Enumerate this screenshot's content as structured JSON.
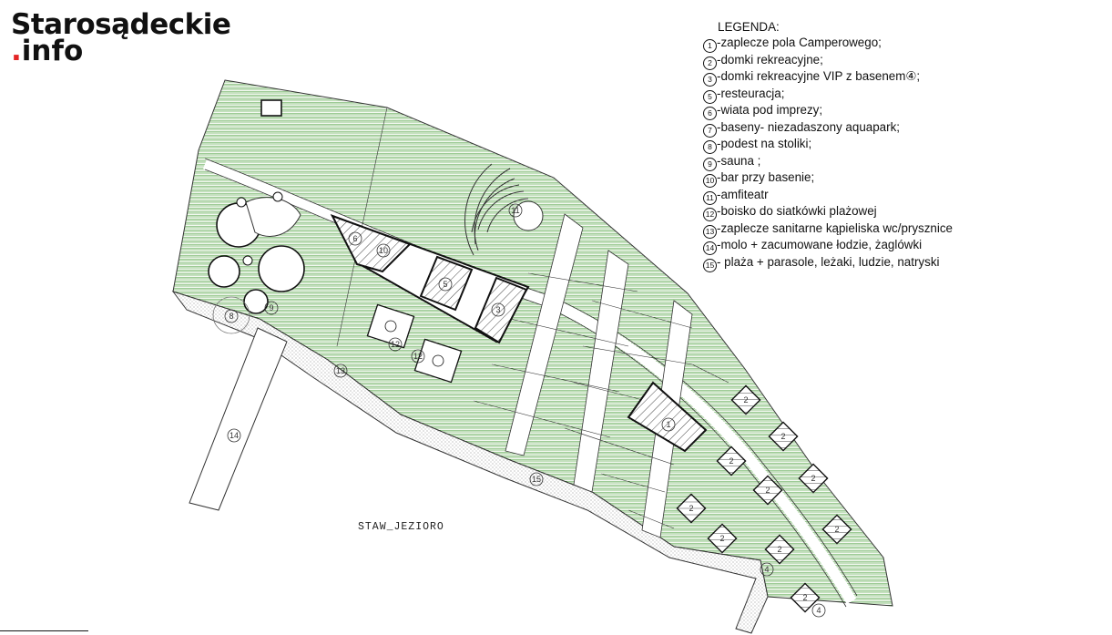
{
  "logo": {
    "line1": "Starosądeckie",
    "dot": ".",
    "line2": "info"
  },
  "colors": {
    "green": "#4a9e3c",
    "hatch": "#333333",
    "sand": "#9a9a9a",
    "brand_red": "#e32526"
  },
  "legend": {
    "title": "LEGENDA:",
    "items": [
      {
        "num": "1",
        "text": "-zaplecze pola Camperowego;"
      },
      {
        "num": "2",
        "text": "-domki rekreacyjne;"
      },
      {
        "num": "3",
        "text": "-domki rekreacyjne VIP z basenem④;"
      },
      {
        "num": "5",
        "text": "-resteuracja;"
      },
      {
        "num": "6",
        "text": "-wiata pod imprezy;"
      },
      {
        "num": "7",
        "text": "-baseny- niezadaszony aquapark;"
      },
      {
        "num": "8",
        "text": "-podest na stoliki;"
      },
      {
        "num": "9",
        "text": "-sauna ;"
      },
      {
        "num": "10",
        "text": "-bar przy basenie;"
      },
      {
        "num": "11",
        "text": "-amfiteatr"
      },
      {
        "num": "12",
        "text": "-boisko do siatkówki plażowej"
      },
      {
        "num": "13",
        "text": "-zaplecze sanitarne kąpieliska wc/prysznice"
      },
      {
        "num": "14",
        "text": "-molo + zacumowane łodzie, żaglówki"
      },
      {
        "num": "15",
        "text": "- plaża + parasole, leżaki, ludzie, natryski"
      }
    ]
  },
  "map": {
    "lake_label": "STAW_JEZIORO",
    "labels": {
      "camper": "1",
      "b6": "6",
      "b10": "10",
      "b5": "5",
      "b3": "3",
      "amphi": "11",
      "sauna": "9",
      "sanit": "8",
      "c12": "12",
      "c12b": "12",
      "beach13": "13",
      "beach15": "15",
      "pier": "14",
      "h1": "2",
      "h2": "2",
      "h3": "2",
      "h4": "2",
      "h5": "2",
      "h6": "2",
      "h7": "2",
      "h8": "2",
      "h9": "2",
      "h10": "2",
      "p4a": "4",
      "p4b": "4"
    }
  }
}
